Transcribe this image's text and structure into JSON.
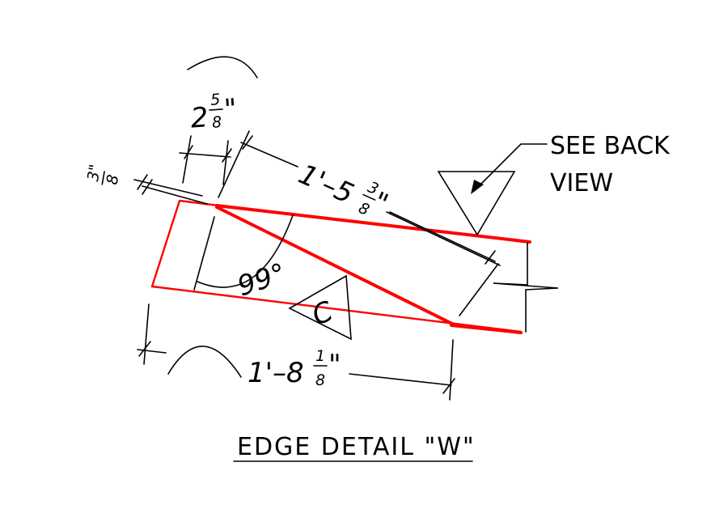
{
  "diagram": {
    "title": "EDGE DETAIL \"W\"",
    "note_line1": "SEE BACK",
    "note_line2": "VIEW",
    "weld_symbol_letter": "C",
    "angle": {
      "value": "99°"
    },
    "dim_top_small": {
      "whole": "2",
      "num": "5",
      "den": "8",
      "unit": "\""
    },
    "dim_left_small": {
      "num": "3",
      "den": "8",
      "unit": "\""
    },
    "dim_diagonal": {
      "whole": "1'–5",
      "num": "3",
      "den": "8",
      "unit": "\""
    },
    "dim_bottom": {
      "whole": "1'–8",
      "num": "1",
      "den": "8",
      "unit": "\""
    },
    "colors": {
      "part_outline": "#ff0000",
      "linework": "#000000",
      "background": "#ffffff"
    }
  }
}
